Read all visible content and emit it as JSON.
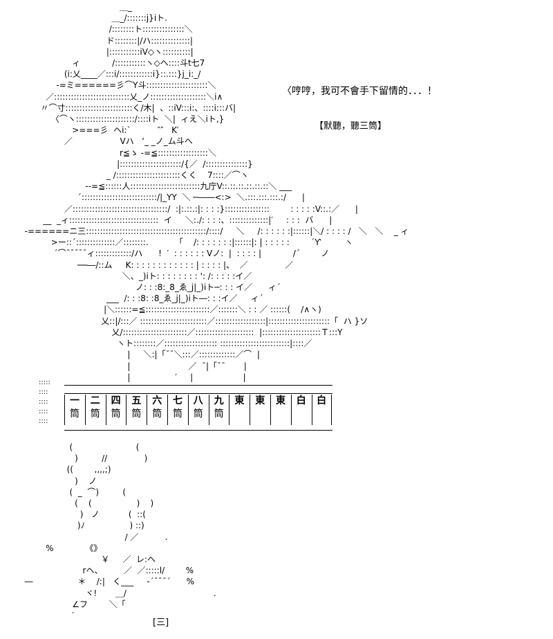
{
  "art": {
    "figure_lines": [
      "                                      ＿_",
      "                                   ＿_/:::::::j}iト.",
      "                                  /::::::::ト:::::::::::::::＼",
      "                                 ド::::::::|/ハ::::::::::::::|",
      "                                 |:::::::::::iV◇ヽ::::::::::|",
      "                    ィ            /:::::::::::ヽ◇ヘ::::斗t七7",
      "                 (i:乂____／:::i/::::::::::::i}::.:::}j_i:_/",
      "              -=ミ======彡⌒Y斗::::::::::::::::::::::＼",
      "          ／:::::::::::::::::::::::::::乂_ノ::::::::::::::::::::＼i∧",
      "        〃⌒寸::::::::::::::::::::::::く/木|  、::iV:::i:、::::i:::バ|",
      "            〈⌒ヽ:::::::::::::::::::::/::::iト  ＼|  ィえ＼iト,}",
      "                    >===彡  ヘi:`          ″″   K′",
      "                 ／                  Vハ   ‘_ _ノ_ム斗ヘ",
      "                                      r≦ゝ -=≦::::::::::::::::::＼",
      "                                     |::::::::::::::::::::::/{／  /:::::::::::::::}",
      "                                 _ /:::::::::::::::::::::::くく    7::::／⌒ヽ",
      "                         --=≦::::::人:::::::::::::::::::::::::九庁V::.::.::.::.::.::＼ ___",
      "                      ´:::::::::::::::::::::::::::/|_YY  ＼ ─――<:>  ＼.:::.:::.:::.:/      |",
      "                 ／::::::::::::::::::::::::::::::::::/  :|:.::.:|: : : :}::::::::::::::::        : : : : :V::.:／      |",
      "         __  _ィ::::::::::::::::::::::::::::::::  イ     ＼:./: : : :、::::::::::::::|′     : : :  バ      |",
      "  -======ニ三:::::::::::::::::::::::::::::::::::::::::::/::::/     ＼     /: : : : : :|::::::|＼/ : : : : /   ＼   ＼    _ ィ",
      "            >ー::´::::::::::::::／::::::::.          「    /: : : : : : :|::::::|: | : : : : :        ´Ƴ         ヽ",
      "             ´⌒¯¯¯¯¯ィ:::::::::::::/ハ      !  ′  : : : : : : Vノ:  |  : : : : |            /´        ノ",
      "                      ──―/::ム     K: : : : : : : : : : : : | : : : : |、  ／              ／",
      "                                       ＼、_)iト: : : : : : : : ': /: : : : :イ／",
      "                                            ノ: : :8:_8_ゑ_j|_)iト─: : : イ／      ィ´",
      "                                 ___  /: : :8: :8_ゑ_j|_)iト―: : :イ／     ィ´",
      "                                |＼::::::=≦:::::::::::::::::::::::／:::::::＼ : : ／ ::::::(    /∧ヽ)",
      "                               乂::|/:::／ ::::::::::::::::::::::::／::::::::::::::::::|::::::::::::::::::::::「  ハ }ソ",
      "                                   乂/:::::::::::::::::::::::／:::::::::::::::::::::  |:::::::::::::::::::::Ｔ:::Y",
      "                                     ヽト::::::::／::::::::::::::::::: :::::::::::::::::::::::::|::::／",
      "                                         |     ＼:|「¯¯＼:::／:::::::::::::／⌒  |",
      "                                         |                      ／  ¯|「¯¯       |",
      "                                         |                 ′     |                   |"
    ],
    "smoke_lines": [
      "                   (                        (",
      "                     )         //              )",
      "                  ((        ,,,,;)",
      "                     )    ノ",
      "                   (  _  ⌒)         (",
      "                     (    (                 )    )",
      "                       )   ノ           (  ::(",
      "                      )ﾉ                 ) ::)",
      "                                        / ／          .",
      "          %            《》",
      "                               ￥     ／  レ:ヘ",
      "                        rヘ、        ／  ／:::::l/        %",
      "  ―                 ＊    /:|   く___     ‐´¯¯¯´      %",
      "                         ヾ!       ＿/                                 .",
      "                    ∠フ        ＼「",
      "                    ′"
    ]
  },
  "dialogue": {
    "speech": "〈哼哼，我可不會手下留情的．．．！",
    "caption": "【默聽，聽三筒】",
    "tag": "[三]"
  },
  "rack": {
    "side_marks": [
      ":::::",
      "::::",
      "::::",
      "::::",
      "::::"
    ],
    "tiles": [
      {
        "num": "一",
        "suit": "筒"
      },
      {
        "num": "二",
        "suit": "筒"
      },
      {
        "num": "四",
        "suit": "筒"
      },
      {
        "num": "五",
        "suit": "筒"
      },
      {
        "num": "六",
        "suit": "筒"
      },
      {
        "num": "七",
        "suit": "筒"
      },
      {
        "num": "八",
        "suit": "筒"
      },
      {
        "num": "九",
        "suit": "筒"
      },
      {
        "num": "東",
        "suit": ""
      },
      {
        "num": "東",
        "suit": ""
      },
      {
        "num": "東",
        "suit": ""
      },
      {
        "num": "白",
        "suit": ""
      },
      {
        "num": "白",
        "suit": ""
      }
    ]
  }
}
